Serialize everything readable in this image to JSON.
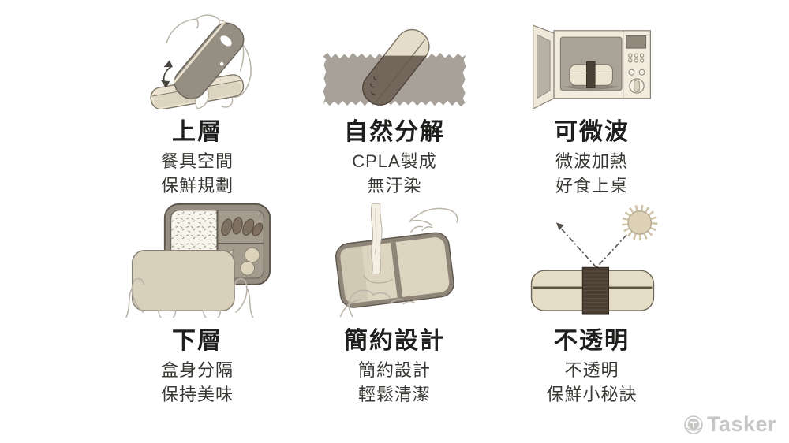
{
  "watermark": {
    "label": "Tasker",
    "icon": "tasker-logo-icon",
    "color": "#c7c6c4"
  },
  "palette": {
    "background": "#ffffff",
    "title_text": "#1f1e1c",
    "body_text": "#3a3834",
    "cream": "#e9e1cd",
    "taupe": "#958e83",
    "soil_gray": "#a8a199",
    "dark_brown_strap": "#4a3e33",
    "hand_outline": "#bab3a8"
  },
  "features": [
    {
      "id": "upper-layer",
      "icon": "open-lid-illustration",
      "title": "上層",
      "lines": [
        "餐具空間",
        "保鮮規劃"
      ]
    },
    {
      "id": "biodegradable",
      "icon": "buried-box-illustration",
      "title": "自然分解",
      "lines": [
        "CPLA製成",
        "無汙染"
      ]
    },
    {
      "id": "microwavable",
      "icon": "microwave-illustration",
      "title": "可微波",
      "lines": [
        "微波加熱",
        "好食上桌"
      ]
    },
    {
      "id": "lower-layer",
      "icon": "compartment-box-illustration",
      "title": "下層",
      "lines": [
        "盒身分隔",
        "保持美味"
      ]
    },
    {
      "id": "simple-design",
      "icon": "washing-box-illustration",
      "title": "簡約設計",
      "lines": [
        "簡約設計",
        "輕鬆清潔"
      ]
    },
    {
      "id": "opaque",
      "icon": "sun-reflection-illustration",
      "title": "不透明",
      "lines": [
        "不透明",
        "保鮮小秘訣"
      ]
    }
  ]
}
